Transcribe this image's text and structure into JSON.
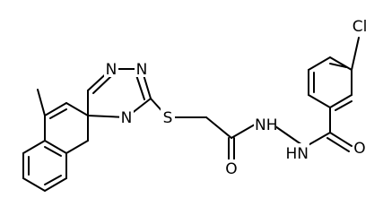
{
  "molecule": {
    "atoms": [
      {
        "id": "n_tz1",
        "label": "N",
        "anchor": "middle"
      },
      {
        "id": "n_tz2",
        "label": "N",
        "anchor": "middle"
      },
      {
        "id": "n_fused",
        "label": "N",
        "anchor": "middle"
      },
      {
        "id": "s_thio",
        "label": "S",
        "anchor": "middle"
      },
      {
        "id": "o_amide1",
        "label": "O",
        "anchor": "middle"
      },
      {
        "id": "nh_a",
        "label": "NH",
        "anchor": "start"
      },
      {
        "id": "hn_b",
        "label": "HN",
        "anchor": "end"
      },
      {
        "id": "o_amide2",
        "label": "O",
        "anchor": "middle"
      },
      {
        "id": "cl",
        "label": "Cl",
        "anchor": "middle"
      }
    ]
  }
}
